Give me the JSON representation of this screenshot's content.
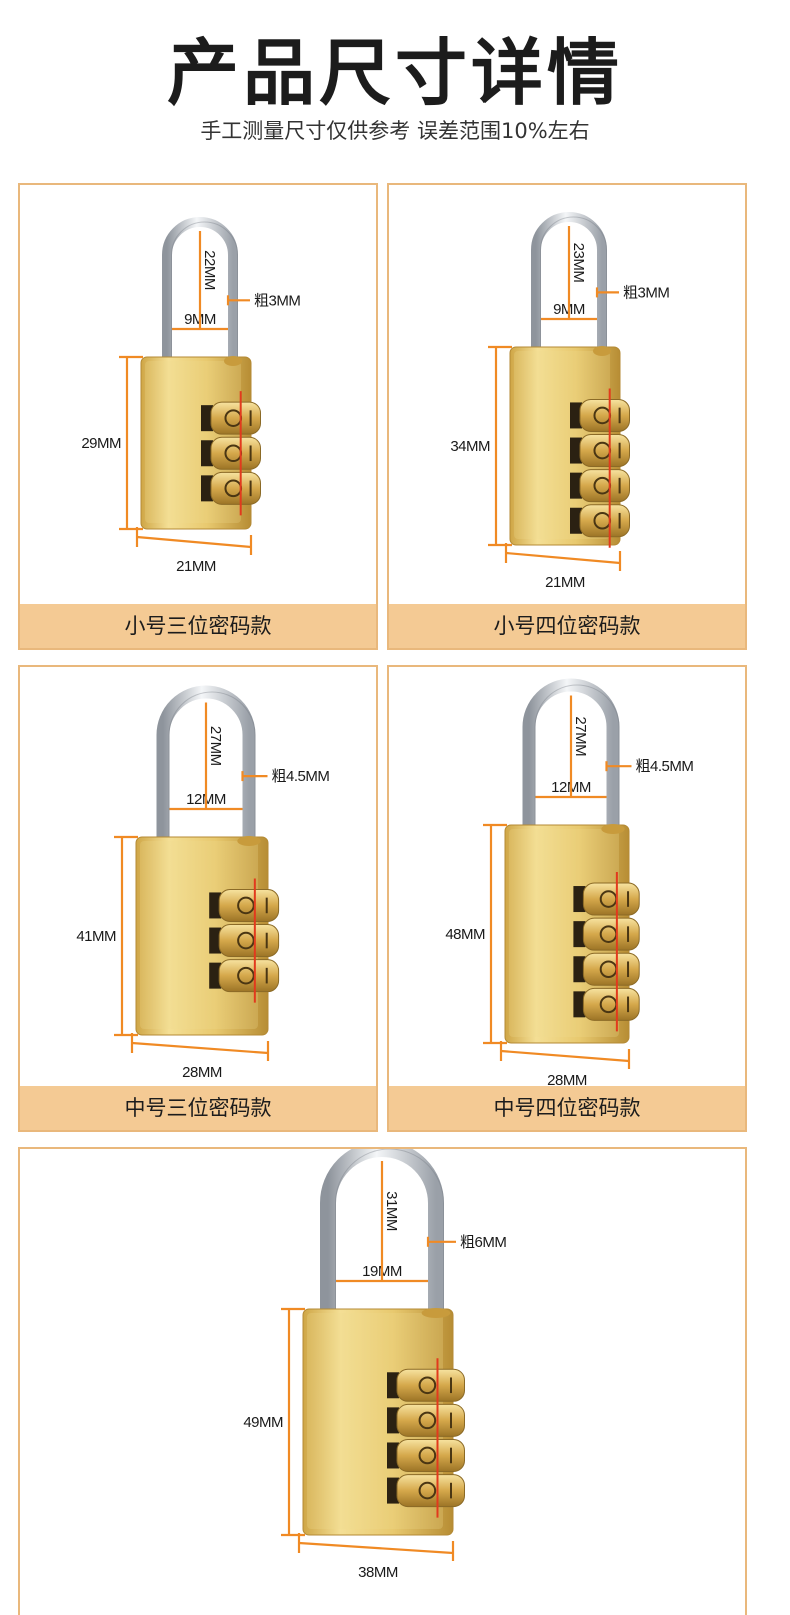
{
  "header": {
    "title": "产品尺寸详情",
    "subtitle": "手工测量尺寸仅供参考 误差范围10%左右"
  },
  "products": [
    {
      "label": "小号三位密码款",
      "digits": 3,
      "shackle_height": "22MM",
      "shackle_width": "9MM",
      "shackle_thickness": "粗3MM",
      "body_height": "29MM",
      "body_width": "21MM"
    },
    {
      "label": "小号四位密码款",
      "digits": 4,
      "shackle_height": "23MM",
      "shackle_width": "9MM",
      "shackle_thickness": "粗3MM",
      "body_height": "34MM",
      "body_width": "21MM"
    },
    {
      "label": "中号三位密码款",
      "digits": 3,
      "shackle_height": "27MM",
      "shackle_width": "12MM",
      "shackle_thickness": "粗4.5MM",
      "body_height": "41MM",
      "body_width": "28MM"
    },
    {
      "label": "中号四位密码款",
      "digits": 4,
      "shackle_height": "27MM",
      "shackle_width": "12MM",
      "shackle_thickness": "粗4.5MM",
      "body_height": "48MM",
      "body_width": "28MM"
    },
    {
      "label": "",
      "digits": 4,
      "shackle_height": "31MM",
      "shackle_width": "19MM",
      "shackle_thickness": "粗6MM",
      "body_height": "49MM",
      "body_width": "38MM"
    }
  ],
  "colors": {
    "brass": "#e7c872",
    "accent_orange": "#f08a24",
    "label_band": "#f4ca94",
    "card_border": "#e9b87c",
    "shackle_steel": "#cfd3d8"
  }
}
